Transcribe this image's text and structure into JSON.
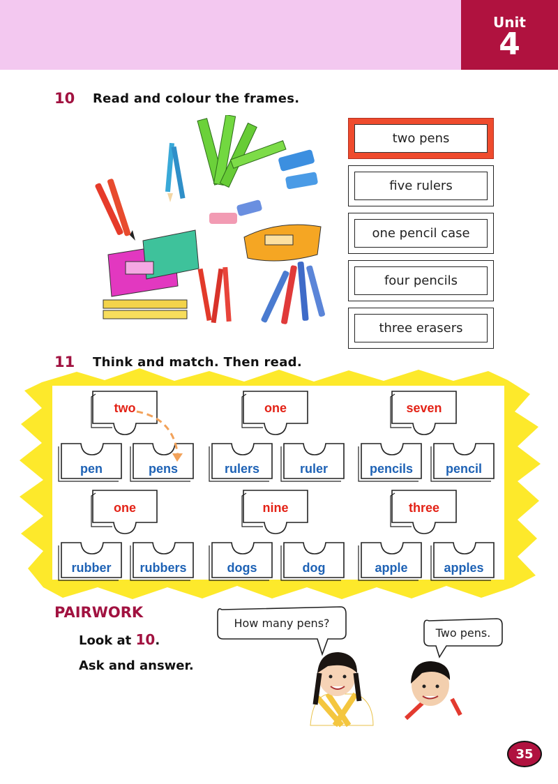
{
  "header": {
    "unit_word": "Unit",
    "unit_number": "4"
  },
  "exercise10": {
    "number": "10",
    "title": "Read and colour the frames.",
    "frames": [
      "two pens",
      "five rulers",
      "one pencil case",
      "four pencils",
      "three erasers"
    ]
  },
  "exercise11": {
    "number": "11",
    "title": "Think and match. Then read.",
    "groups": [
      {
        "top": "two",
        "left": "pen",
        "right": "pens"
      },
      {
        "top": "one",
        "left": "rulers",
        "right": "ruler"
      },
      {
        "top": "seven",
        "left": "pencils",
        "right": "pencil"
      },
      {
        "top": "one",
        "left": "rubber",
        "right": "rubbers"
      },
      {
        "top": "nine",
        "left": "dogs",
        "right": "dog"
      },
      {
        "top": "three",
        "left": "apple",
        "right": "apples"
      }
    ]
  },
  "pairwork": {
    "heading": "PAIRWORK",
    "line1_prefix": "Look at ",
    "line1_ref": "10",
    "line1_suffix": ".",
    "line2": "Ask and answer.",
    "bubble_question": "How many pens?",
    "bubble_answer": "Two pens."
  },
  "page_number": "35",
  "colors": {
    "accent": "#a11240",
    "pink_band": "#f3c8f0",
    "frame_red": "#ef4b2d",
    "zigzag_yellow": "#fde92b",
    "word_red": "#e32216",
    "word_blue": "#1e62b5"
  }
}
